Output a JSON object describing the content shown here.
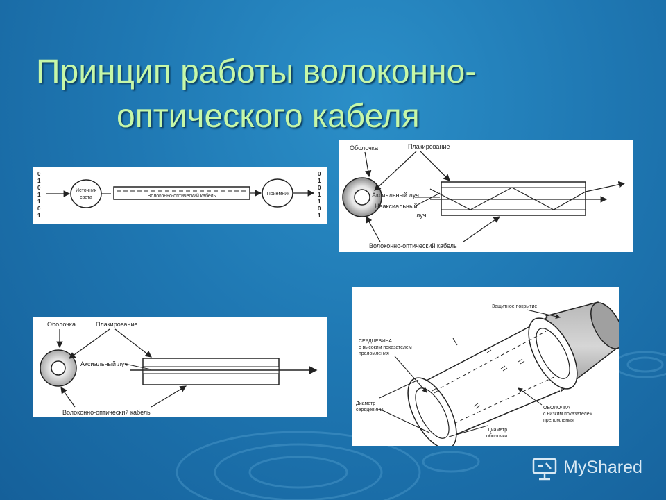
{
  "slide": {
    "title_line1": "Принцип работы волоконно-",
    "title_line2": "оптического кабеля"
  },
  "diagram1": {
    "bits_left": [
      "0",
      "1",
      "0",
      "1",
      "1",
      "0",
      "1"
    ],
    "bits_right": [
      "0",
      "1",
      "0",
      "1",
      "1",
      "0",
      "1"
    ],
    "source_label_1": "Источник",
    "source_label_2": "света",
    "cable_label": "Волоконно-оптический кабель",
    "receiver_label": "Приемник"
  },
  "diagram2": {
    "cladding_label": "Оболочка",
    "plating_label": "Плакирование",
    "axial_label": "Аксиальный луч",
    "nonaxial_label": "Неаксиальный",
    "nonaxial_label_2": "луч",
    "cable_label": "Волоконно-оптический кабель"
  },
  "diagram3": {
    "cladding_label": "Оболочка",
    "plating_label": "Плакирование",
    "axial_label": "Аксиальный луч",
    "cable_label": "Волоконно-оптический кабель"
  },
  "diagram4": {
    "coating_label": "Защитное покрытие",
    "core_label_1": "СЕРДЦЕВИНА",
    "core_label_2": "с высоким показателем",
    "core_label_3": "преломления",
    "core_diameter_1": "Диаметр",
    "core_diameter_2": "сердцевины",
    "shell_label_1": "ОБОЛОЧКА",
    "shell_label_2": "с низким показателем",
    "shell_label_3": "преломления",
    "shell_diameter_1": "Диаметр",
    "shell_diameter_2": "оболочки"
  },
  "watermark": {
    "text": "MyShared"
  }
}
